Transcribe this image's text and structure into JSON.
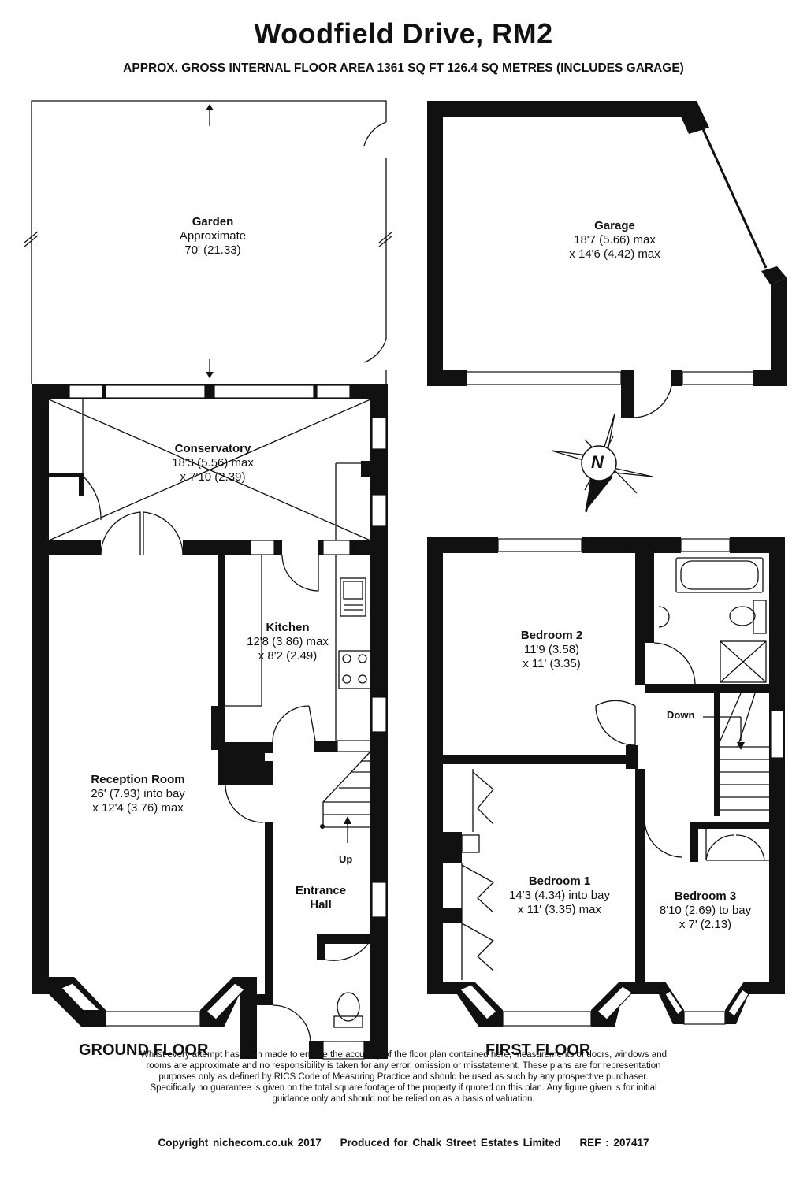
{
  "title": "Woodfield Drive, RM2",
  "subtitle": "APPROX. GROSS INTERNAL FLOOR AREA 1361 SQ FT 126.4 SQ METRES (INCLUDES GARAGE)",
  "floors": {
    "ground": "GROUND FLOOR",
    "first": "FIRST FLOOR"
  },
  "rooms": {
    "garden": {
      "name": "Garden",
      "line1": "Approximate",
      "line2": "70' (21.33)"
    },
    "garage": {
      "name": "Garage",
      "line1": "18'7 (5.66) max",
      "line2": "x 14'6 (4.42) max"
    },
    "conservatory": {
      "name": "Conservatory",
      "line1": "18'3 (5.56) max",
      "line2": "x 7'10 (2.39)"
    },
    "kitchen": {
      "name": "Kitchen",
      "line1": "12'8 (3.86) max",
      "line2": "x 8'2 (2.49)"
    },
    "reception": {
      "name": "Reception Room",
      "line1": "26' (7.93) into bay",
      "line2": "x 12'4 (3.76) max"
    },
    "hall": {
      "line1": "Entrance",
      "line2": "Hall"
    },
    "bedroom2": {
      "name": "Bedroom 2",
      "line1": "11'9 (3.58)",
      "line2": "x 11' (3.35)"
    },
    "bedroom1": {
      "name": "Bedroom 1",
      "line1": "14'3 (4.34) into bay",
      "line2": "x 11' (3.35) max"
    },
    "bedroom3": {
      "name": "Bedroom 3",
      "line1": "8'10 (2.69) to bay",
      "line2": "x 7' (2.13)"
    }
  },
  "stair_labels": {
    "up": "Up",
    "down": "Down"
  },
  "compass": {
    "label": "N",
    "icon": "compass-icon"
  },
  "disclaimer": [
    "Whilst every attempt has been made to ensure the accuracy of the floor plan contained here, measurements of doors, windows and",
    "rooms are approximate and no responsibility is taken for any error, omission or misstatement. These plans are for representation",
    "purposes only as defined by RICS Code of Measuring Practice and should be used as such by any prospective purchaser.",
    "Specifically no guarantee is given on the total square footage of the property if quoted on this plan. Any figure given is for initial",
    "guidance only and should not be relied on as a basis of valuation."
  ],
  "footer": {
    "copyright": "Copyright nichecom.co.uk 2017",
    "produced": "Produced for Chalk Street Estates Limited",
    "ref": "REF : 207417"
  }
}
